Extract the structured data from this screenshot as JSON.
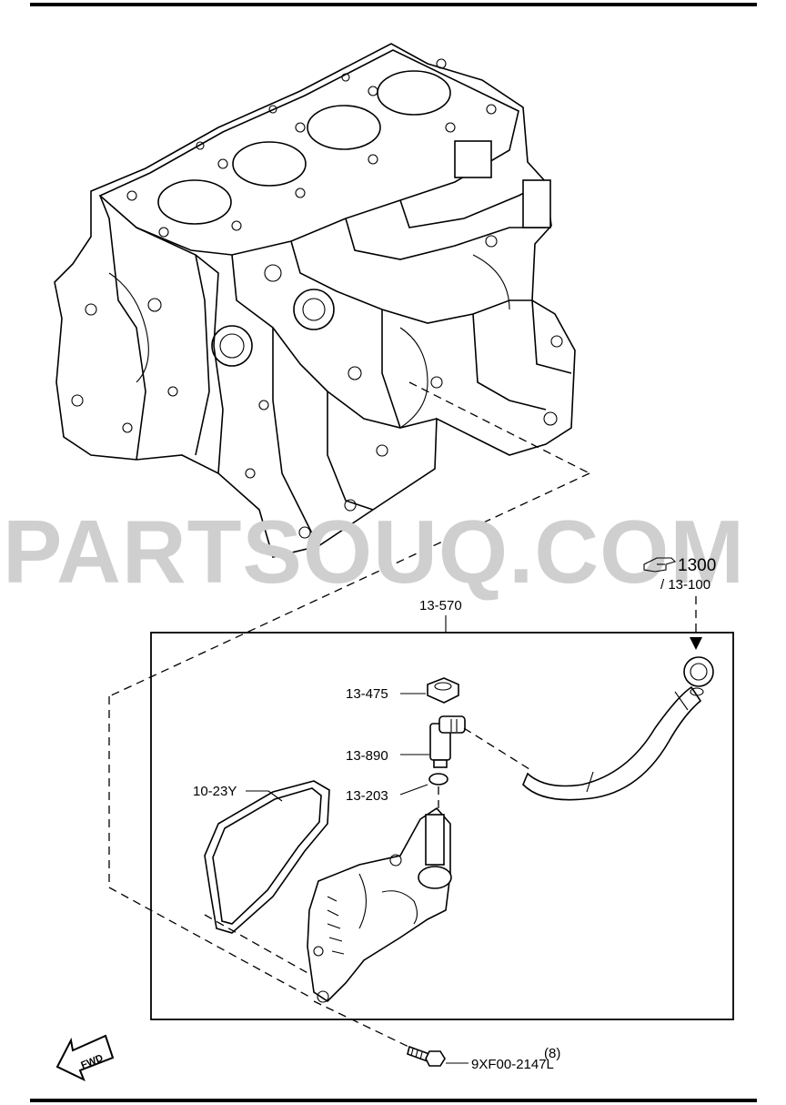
{
  "watermark": "PARTSOUQ.COM",
  "ref": {
    "icon": "pointing-hand-icon",
    "number": "1300",
    "subref": "/ 13-100"
  },
  "labels": {
    "assembly": "13-570",
    "nut": "13-475",
    "pcv_valve": "13-890",
    "o_ring": "13-203",
    "gasket": "10-23Y",
    "bolt_qty": "(8)",
    "bolt": "9XF00-2147L"
  },
  "fwd": "FWD"
}
